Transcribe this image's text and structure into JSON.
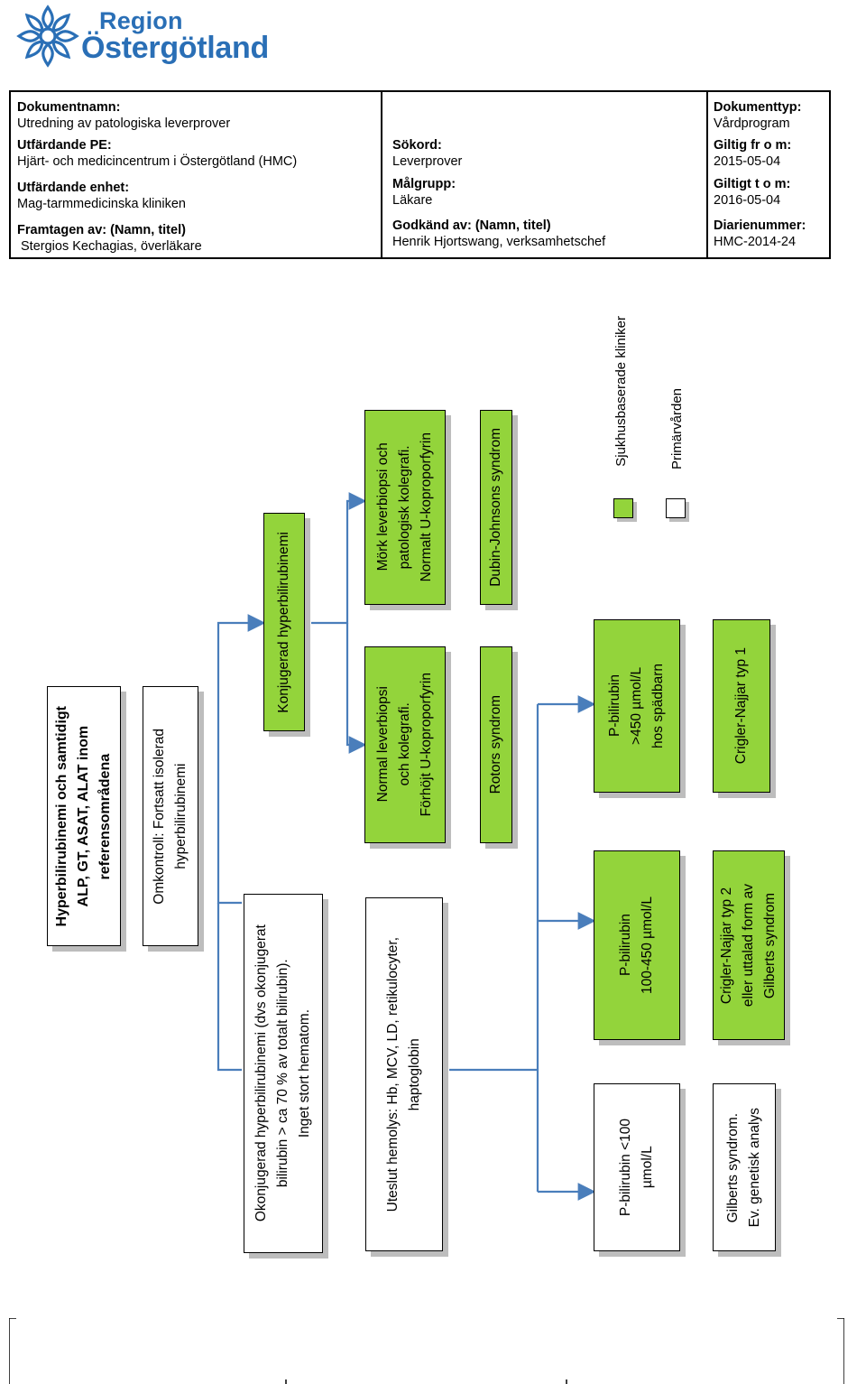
{
  "logo": {
    "line1": "Region",
    "line2": "Östergötland"
  },
  "header": {
    "dokumentnamn_label": "Dokumentnamn:",
    "dokumentnamn_value": "Utredning av patologiska leverprover",
    "dokumenttyp_label": "Dokumenttyp:",
    "dokumenttyp_value": "Vårdprogram",
    "utfardande_pe_label": "Utfärdande PE:",
    "utfardande_pe_value": "Hjärt- och medicincentrum i Östergötland (HMC)",
    "sokord_label": "Sökord:",
    "sokord_value": "Leverprover",
    "giltig_from_label": "Giltig fr o m:",
    "giltig_from_value": "2015-05-04",
    "utfardande_enhet_label": "Utfärdande enhet:",
    "utfardande_enhet_value": "Mag-tarmmedicinska kliniken",
    "malgrupp_label": "Målgrupp:",
    "malgrupp_value": "Läkare",
    "giltig_tom_label": "Giltigt t o m:",
    "giltig_tom_value": "2016-05-04",
    "framtagen_label": "Framtagen av: (Namn, titel)",
    "framtagen_value": "Stergios Kechagias, överläkare",
    "godkand_label": "Godkänd av: (Namn, titel)",
    "godkand_value": "Henrik Hjortswang, verksamhetschef",
    "diarienummer_label": "Diarienummer:",
    "diarienummer_value": "HMC-2014-24"
  },
  "flowchart": {
    "colors": {
      "green": "#93d43b",
      "arrow": "#4a7ebb",
      "shadow": "#bdbdbd"
    },
    "start": {
      "line1": "Hyperbilirubinemi och samtidigt",
      "line2": "ALP, GT, ASAT, ALAT inom",
      "line3": "referensområdena"
    },
    "omkontroll": {
      "line1": "Omkontroll: Fortsatt isolerad",
      "line2": "hyperbilirubinemi"
    },
    "konjugerad": {
      "line1": "Konjugerad hyperbilirubinemi"
    },
    "okonjugerad": {
      "line1": "Okonjugerad hyperbilirubinemi (dvs okonjugerat",
      "line2": "bilirubin > ca 70 % av totalt bilirubin).",
      "line3": "Inget stort hematom."
    },
    "hemolys": {
      "line1": "Uteslut hemolys: Hb, MCV, LD, retikulocyter,",
      "line2": "haptoglobin"
    },
    "mork": {
      "line1": "Mörk leverbiopsi och",
      "line2": "patologisk kolegrafi.",
      "line3": "Normalt U-koproporfyrin"
    },
    "dubin": {
      "line1": "Dubin-Johnsons syndrom"
    },
    "normal": {
      "line1": "Normal leverbiopsi",
      "line2": "och kolegrafi.",
      "line3": "Förhöjt U-koproporfyrin"
    },
    "rotors": {
      "line1": "Rotors syndrom"
    },
    "pbil450": {
      "line1": "P-bilirubin",
      "line2": ">450 µmol/L",
      "line3": "hos spädbarn"
    },
    "crigler1": {
      "line1": "Crigler-Najjar typ 1"
    },
    "pbil100": {
      "line1": "P-bilirubin",
      "line2": "100-450 µmol/L"
    },
    "crigler2": {
      "line1": "Crigler-Najjar typ 2",
      "line2": "eller uttalad form av",
      "line3": "Gilberts syndrom"
    },
    "pbillow": {
      "line1": "P-bilirubin <100",
      "line2": "µmol/L"
    },
    "gilberts": {
      "line1": "Gilberts syndrom.",
      "line2": "Ev. genetisk analys"
    },
    "legend": {
      "green_label": "Sjukhusbaserade kliniker",
      "white_label": "Primärvården"
    }
  }
}
